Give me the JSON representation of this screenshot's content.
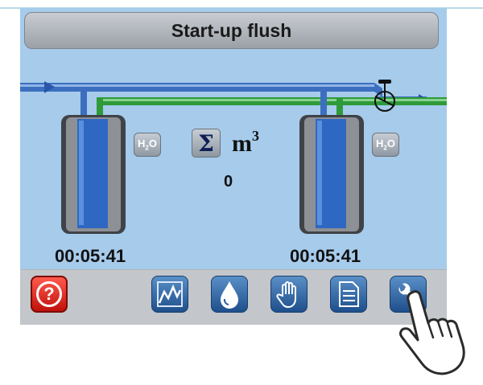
{
  "title": "Start-up flush",
  "left_filter": {
    "runtime": "00:05:41",
    "label": "H2O"
  },
  "right_filter": {
    "runtime": "00:05:41",
    "label": "H2O"
  },
  "volume": {
    "symbol": "Σ",
    "unit": "m",
    "exponent": "3",
    "value": "0"
  },
  "toolbar": {
    "help_symbol": "?",
    "icons": [
      "chart-icon",
      "drop-icon",
      "hand-icon",
      "document-icon",
      "wrench-icon"
    ]
  },
  "colors": {
    "screen": "#a6cbeb",
    "pipe_blue": "#3c6fbf",
    "pipe_green": "#2f9a3a",
    "button_blue": "#2a5f9e",
    "help_red": "#d9251b"
  }
}
